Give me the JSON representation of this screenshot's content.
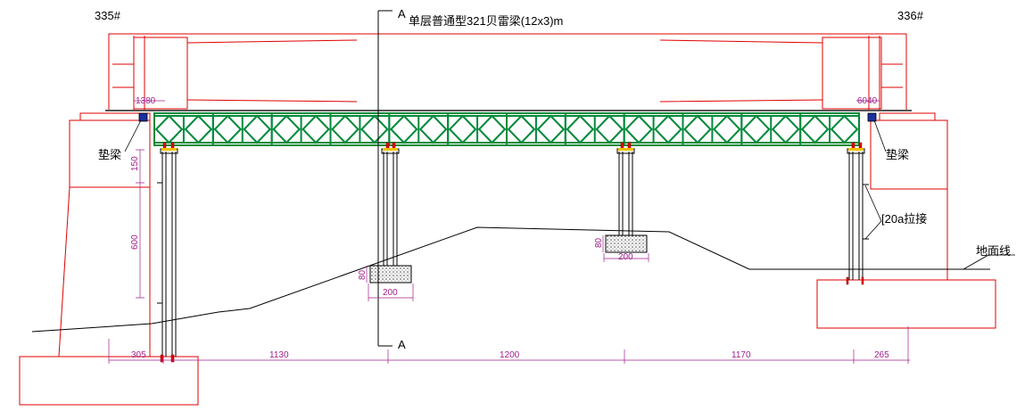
{
  "labels": {
    "pier_left": "335#",
    "pier_right": "336#",
    "section_mark_top": "A",
    "section_mark_bottom": "A",
    "beam_title": "单层普通型321贝雷梁(12x3)m",
    "pad_beam_left": "垫梁",
    "pad_beam_right": "垫梁",
    "brace": "[20a拉接",
    "ground_line": "地面线"
  },
  "dimensions": {
    "top_left": "1380",
    "top_right": "6040",
    "v_150": "150",
    "v_600": "600",
    "v_80_left": "80",
    "v_80_right": "80",
    "w_200_left": "200",
    "w_200_right": "200",
    "bottom": [
      "305",
      "1130",
      "1200",
      "1170",
      "265"
    ]
  },
  "colors": {
    "abutment": "#e00000",
    "truss": "#008a3a",
    "dimension": "#a0208c",
    "line": "#000000",
    "pad": "#1a2fa0"
  }
}
